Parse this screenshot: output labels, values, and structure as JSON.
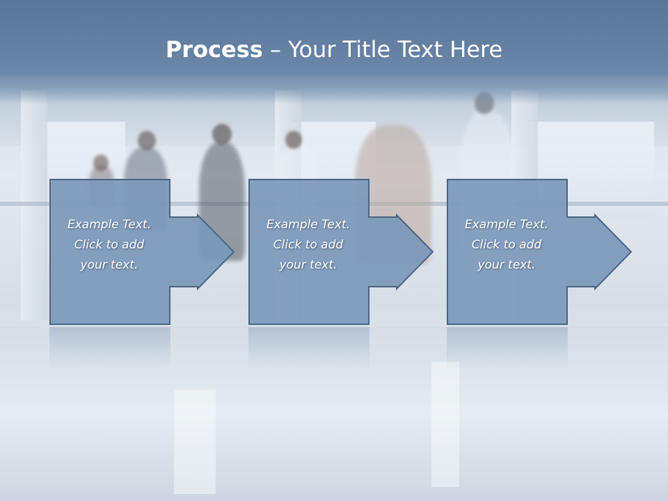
{
  "slide": {
    "title_bold": "Process",
    "title_rest": " – Your Title Text Here"
  },
  "steps": [
    {
      "line1": "Example Text.",
      "line2": "Click  to add",
      "line3": "your text."
    },
    {
      "line1": "Example Text.",
      "line2": "Click  to add",
      "line3": "your text."
    },
    {
      "line1": "Example Text.",
      "line2": "Click  to add",
      "line3": "your text."
    }
  ],
  "colors": {
    "title_bar": "#5f7b9e",
    "box_fill": "#7d98ba",
    "box_border": "#4b6484",
    "text": "#ffffff"
  }
}
